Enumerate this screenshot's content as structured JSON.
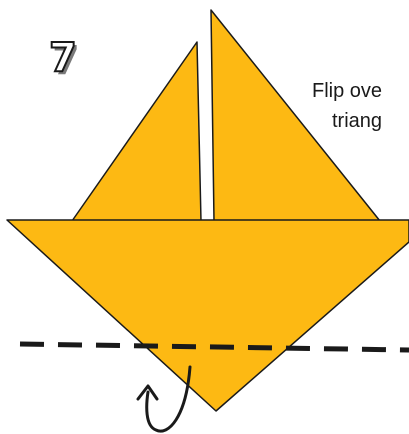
{
  "step": {
    "number": "7"
  },
  "instruction": {
    "line1": "Flip ove",
    "line2": "triang"
  },
  "colors": {
    "paper": "#fdb913",
    "outline": "#1a1a1a",
    "background": "#ffffff",
    "fold_line": "#1a1a1a"
  },
  "icons": {
    "arrow": "flip-over-arrow-icon"
  }
}
